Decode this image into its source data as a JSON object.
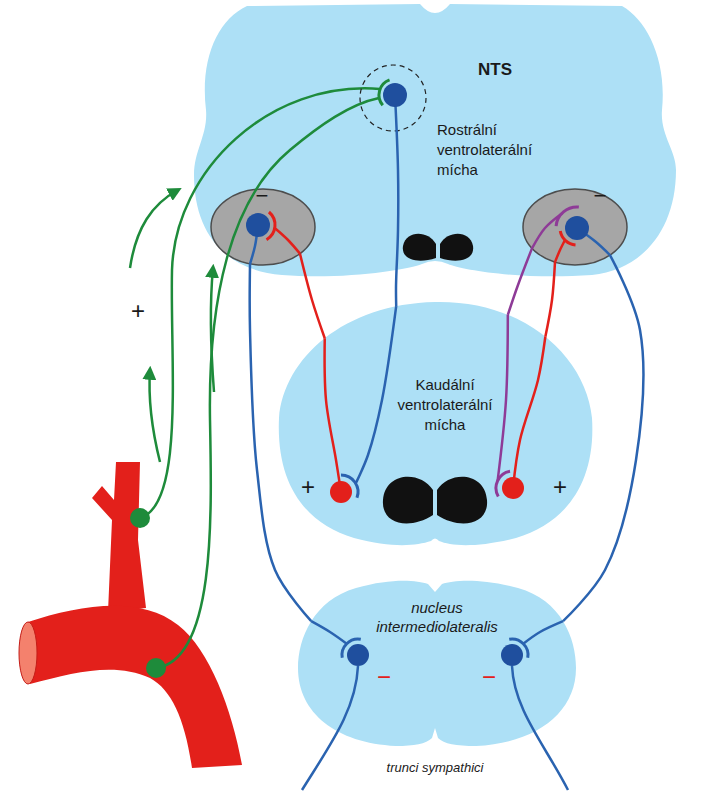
{
  "diagram": {
    "nodes": [
      {
        "text": [
          "NTS",
          "Rostrální ventrolaterální mícha"
        ]
      },
      {
        "text": [
          "−"
        ],
        "in": 0
      },
      {
        "text": [
          "−"
        ],
        "in": 0
      },
      {
        "text": [
          "Kaudální ventrolaterální mícha",
          "+",
          "+"
        ]
      },
      {
        "text": [
          "nucleus intermediolateralis",
          "−",
          "−"
        ]
      }
    ],
    "edges": [
      {
        "from": 1,
        "to": 4,
        "arrow": "none"
      },
      {
        "from": 2,
        "to": 4,
        "arrow": "none"
      },
      {
        "from": 3,
        "to": 1,
        "arrow": "none"
      },
      {
        "from": 3,
        "to": 2,
        "arrow": "none"
      },
      {
        "from": 2,
        "to": 3,
        "arrow": "none"
      },
      {
        "from": 0,
        "to": 3,
        "arrow": "none"
      }
    ],
    "labels": [
      "+",
      "trunci sympathici"
    ]
  }
}
